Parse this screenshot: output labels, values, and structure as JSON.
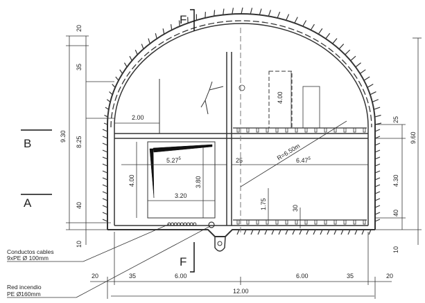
{
  "section_marks": {
    "F_top": "F",
    "F_bottom": "F",
    "B": "B",
    "A": "A"
  },
  "notes": {
    "cables_line1": "Conductos cables",
    "cables_line2": "9xPE Ø 100mm",
    "fire_line1": "Red incendio",
    "fire_line2": "PE Ø160mm"
  },
  "left_dims": {
    "top_20": "20",
    "d35": "35",
    "d825": "8.25",
    "d40": "40",
    "d10": "10",
    "total_930": "9.30"
  },
  "right_dims": {
    "d25": "25",
    "d430": "4.30",
    "d40": "40",
    "d10": "10",
    "total_960": "9.60"
  },
  "bottom_dims": {
    "d20_left": "20",
    "d35_left": "35",
    "d600_left": "6.00",
    "d600_right": "6.00",
    "d35_right": "35",
    "d20_right": "20",
    "total_1200": "12.00"
  },
  "inner_dims": {
    "w200": "2.00",
    "h400_right": "4.00",
    "radius": "R=6.50m",
    "w527_base": "5.27",
    "w527_sup": "5",
    "w647_base": "6.47",
    "w647_sup": "5",
    "w25": "25",
    "h400_left": "4.00",
    "h380": "3.80",
    "w320": "3.20",
    "h175": "1.75",
    "w30": "30"
  }
}
